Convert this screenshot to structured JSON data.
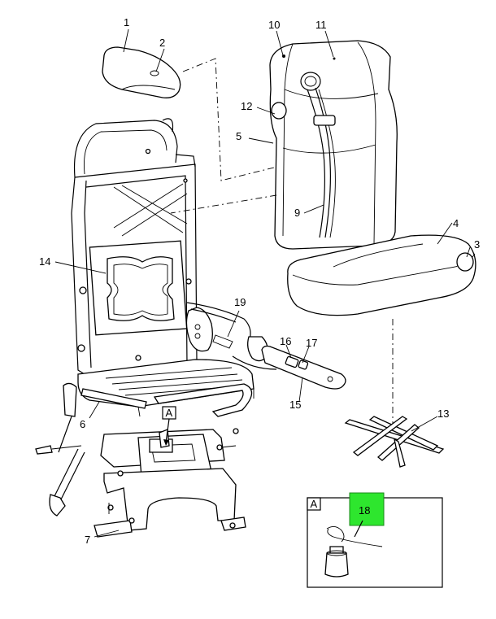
{
  "callouts": {
    "c1": "1",
    "c2": "2",
    "c3": "3",
    "c4": "4",
    "c5": "5",
    "c6": "6",
    "c7": "7",
    "c9": "9",
    "c10": "10",
    "c11": "11",
    "c12": "12",
    "c13": "13",
    "c14": "14",
    "c15": "15",
    "c16": "16",
    "c17": "17",
    "c18": "18",
    "c19": "19"
  },
  "detail_label": "A",
  "detail_inset_label": "A",
  "highlight_color": "#2ee62e"
}
